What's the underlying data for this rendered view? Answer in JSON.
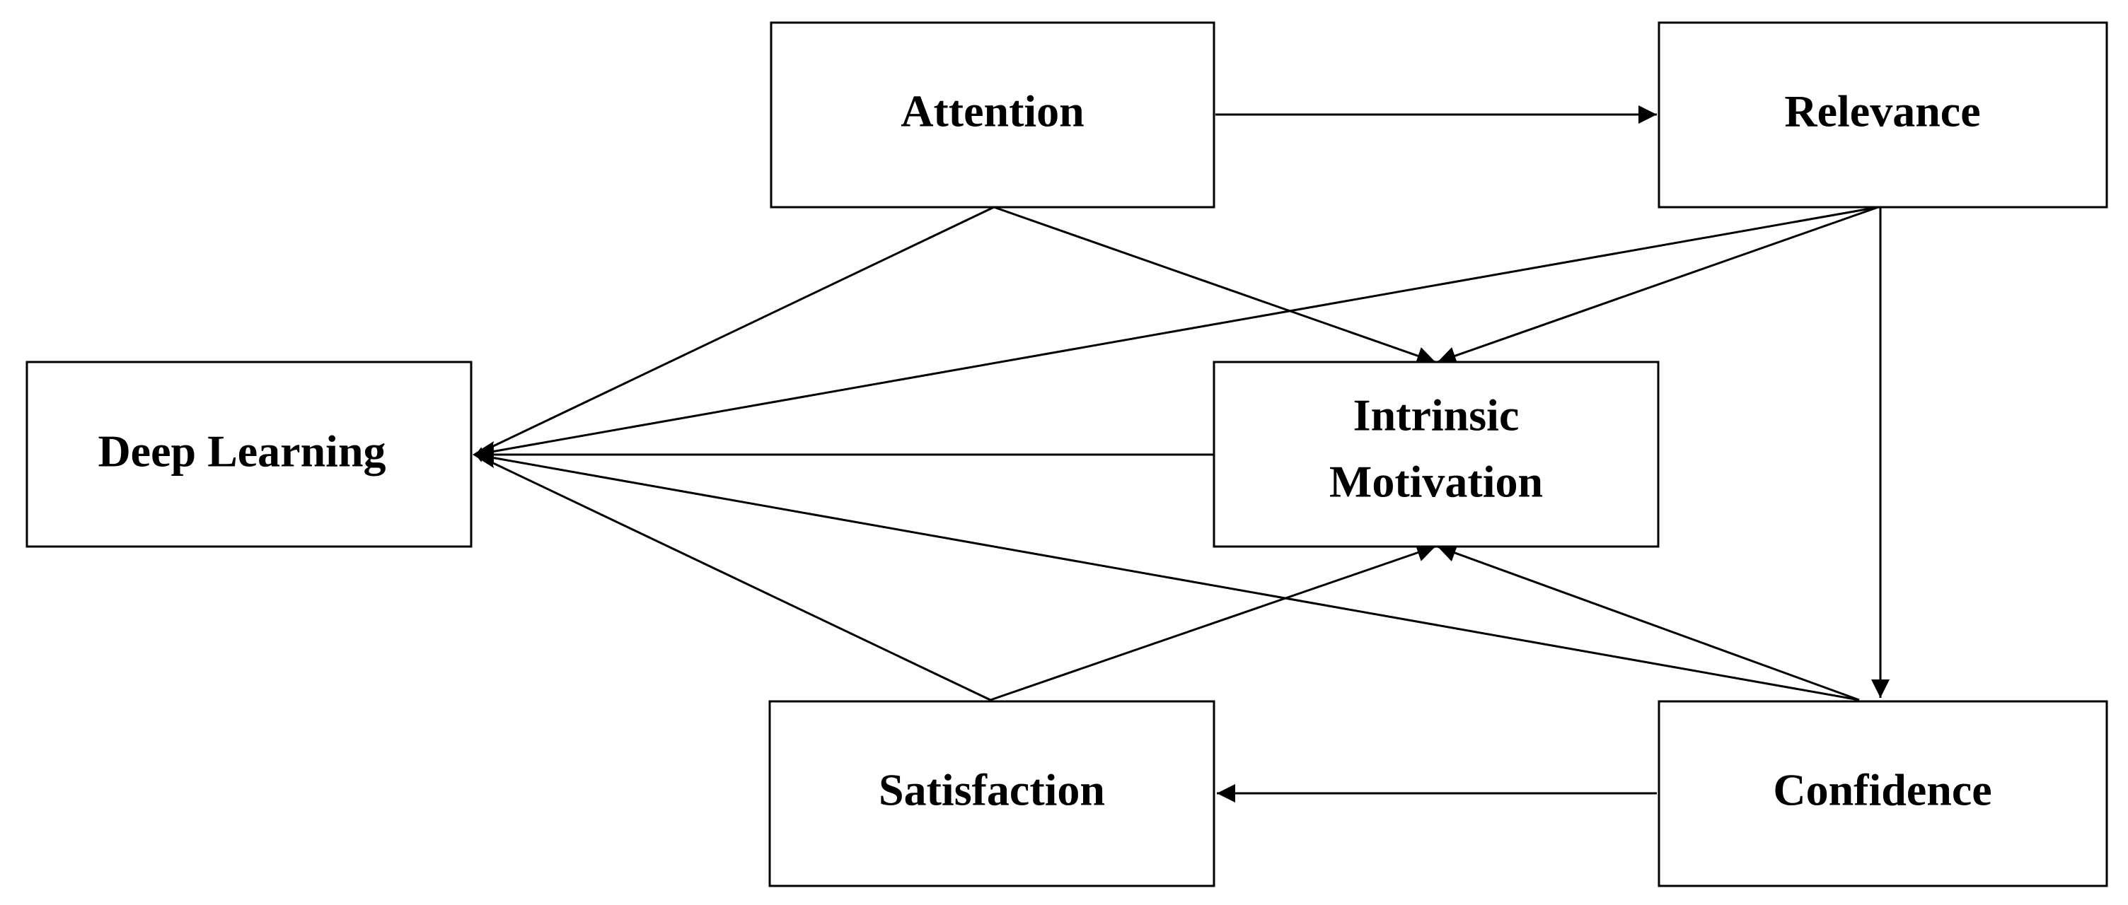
{
  "nodes": {
    "attention": {
      "label": "Attention"
    },
    "relevance": {
      "label": "Relevance"
    },
    "deep_learning": {
      "label": "Deep Learning"
    },
    "intrinsic_motivation": {
      "line1": "Intrinsic",
      "line2": "Motivation"
    },
    "satisfaction": {
      "label": "Satisfaction"
    },
    "confidence": {
      "label": "Confidence"
    }
  },
  "edges": [
    {
      "from": "Attention",
      "to": "Relevance"
    },
    {
      "from": "Attention",
      "to": "Deep Learning"
    },
    {
      "from": "Attention",
      "to": "Intrinsic Motivation"
    },
    {
      "from": "Relevance",
      "to": "Deep Learning"
    },
    {
      "from": "Relevance",
      "to": "Intrinsic Motivation"
    },
    {
      "from": "Relevance",
      "to": "Confidence"
    },
    {
      "from": "Intrinsic Motivation",
      "to": "Deep Learning"
    },
    {
      "from": "Confidence",
      "to": "Deep Learning"
    },
    {
      "from": "Confidence",
      "to": "Intrinsic Motivation"
    },
    {
      "from": "Confidence",
      "to": "Satisfaction"
    },
    {
      "from": "Satisfaction",
      "to": "Deep Learning"
    },
    {
      "from": "Satisfaction",
      "to": "Intrinsic Motivation"
    }
  ],
  "colors": {
    "stroke": "#000000",
    "background": "#ffffff"
  }
}
